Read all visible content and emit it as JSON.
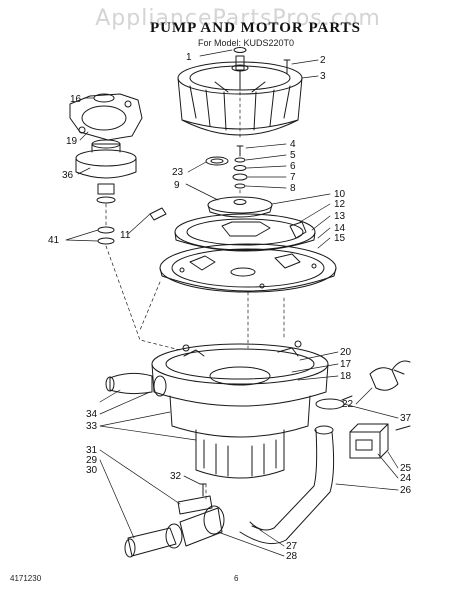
{
  "header": {
    "watermark": "AppliancePartsPros.com",
    "title": "PUMP AND MOTOR PARTS",
    "subtitle": "For Model: KUDS220T0"
  },
  "footer": {
    "code": "4171230",
    "page": "6"
  },
  "callouts": [
    "1",
    "2",
    "3",
    "4",
    "5",
    "6",
    "7",
    "8",
    "9",
    "10",
    "11",
    "12",
    "13",
    "14",
    "15",
    "16",
    "17",
    "18",
    "19",
    "20",
    "22",
    "23",
    "24",
    "25",
    "26",
    "27",
    "28",
    "29",
    "30",
    "31",
    "32",
    "33",
    "34",
    "36",
    "37",
    "41"
  ]
}
